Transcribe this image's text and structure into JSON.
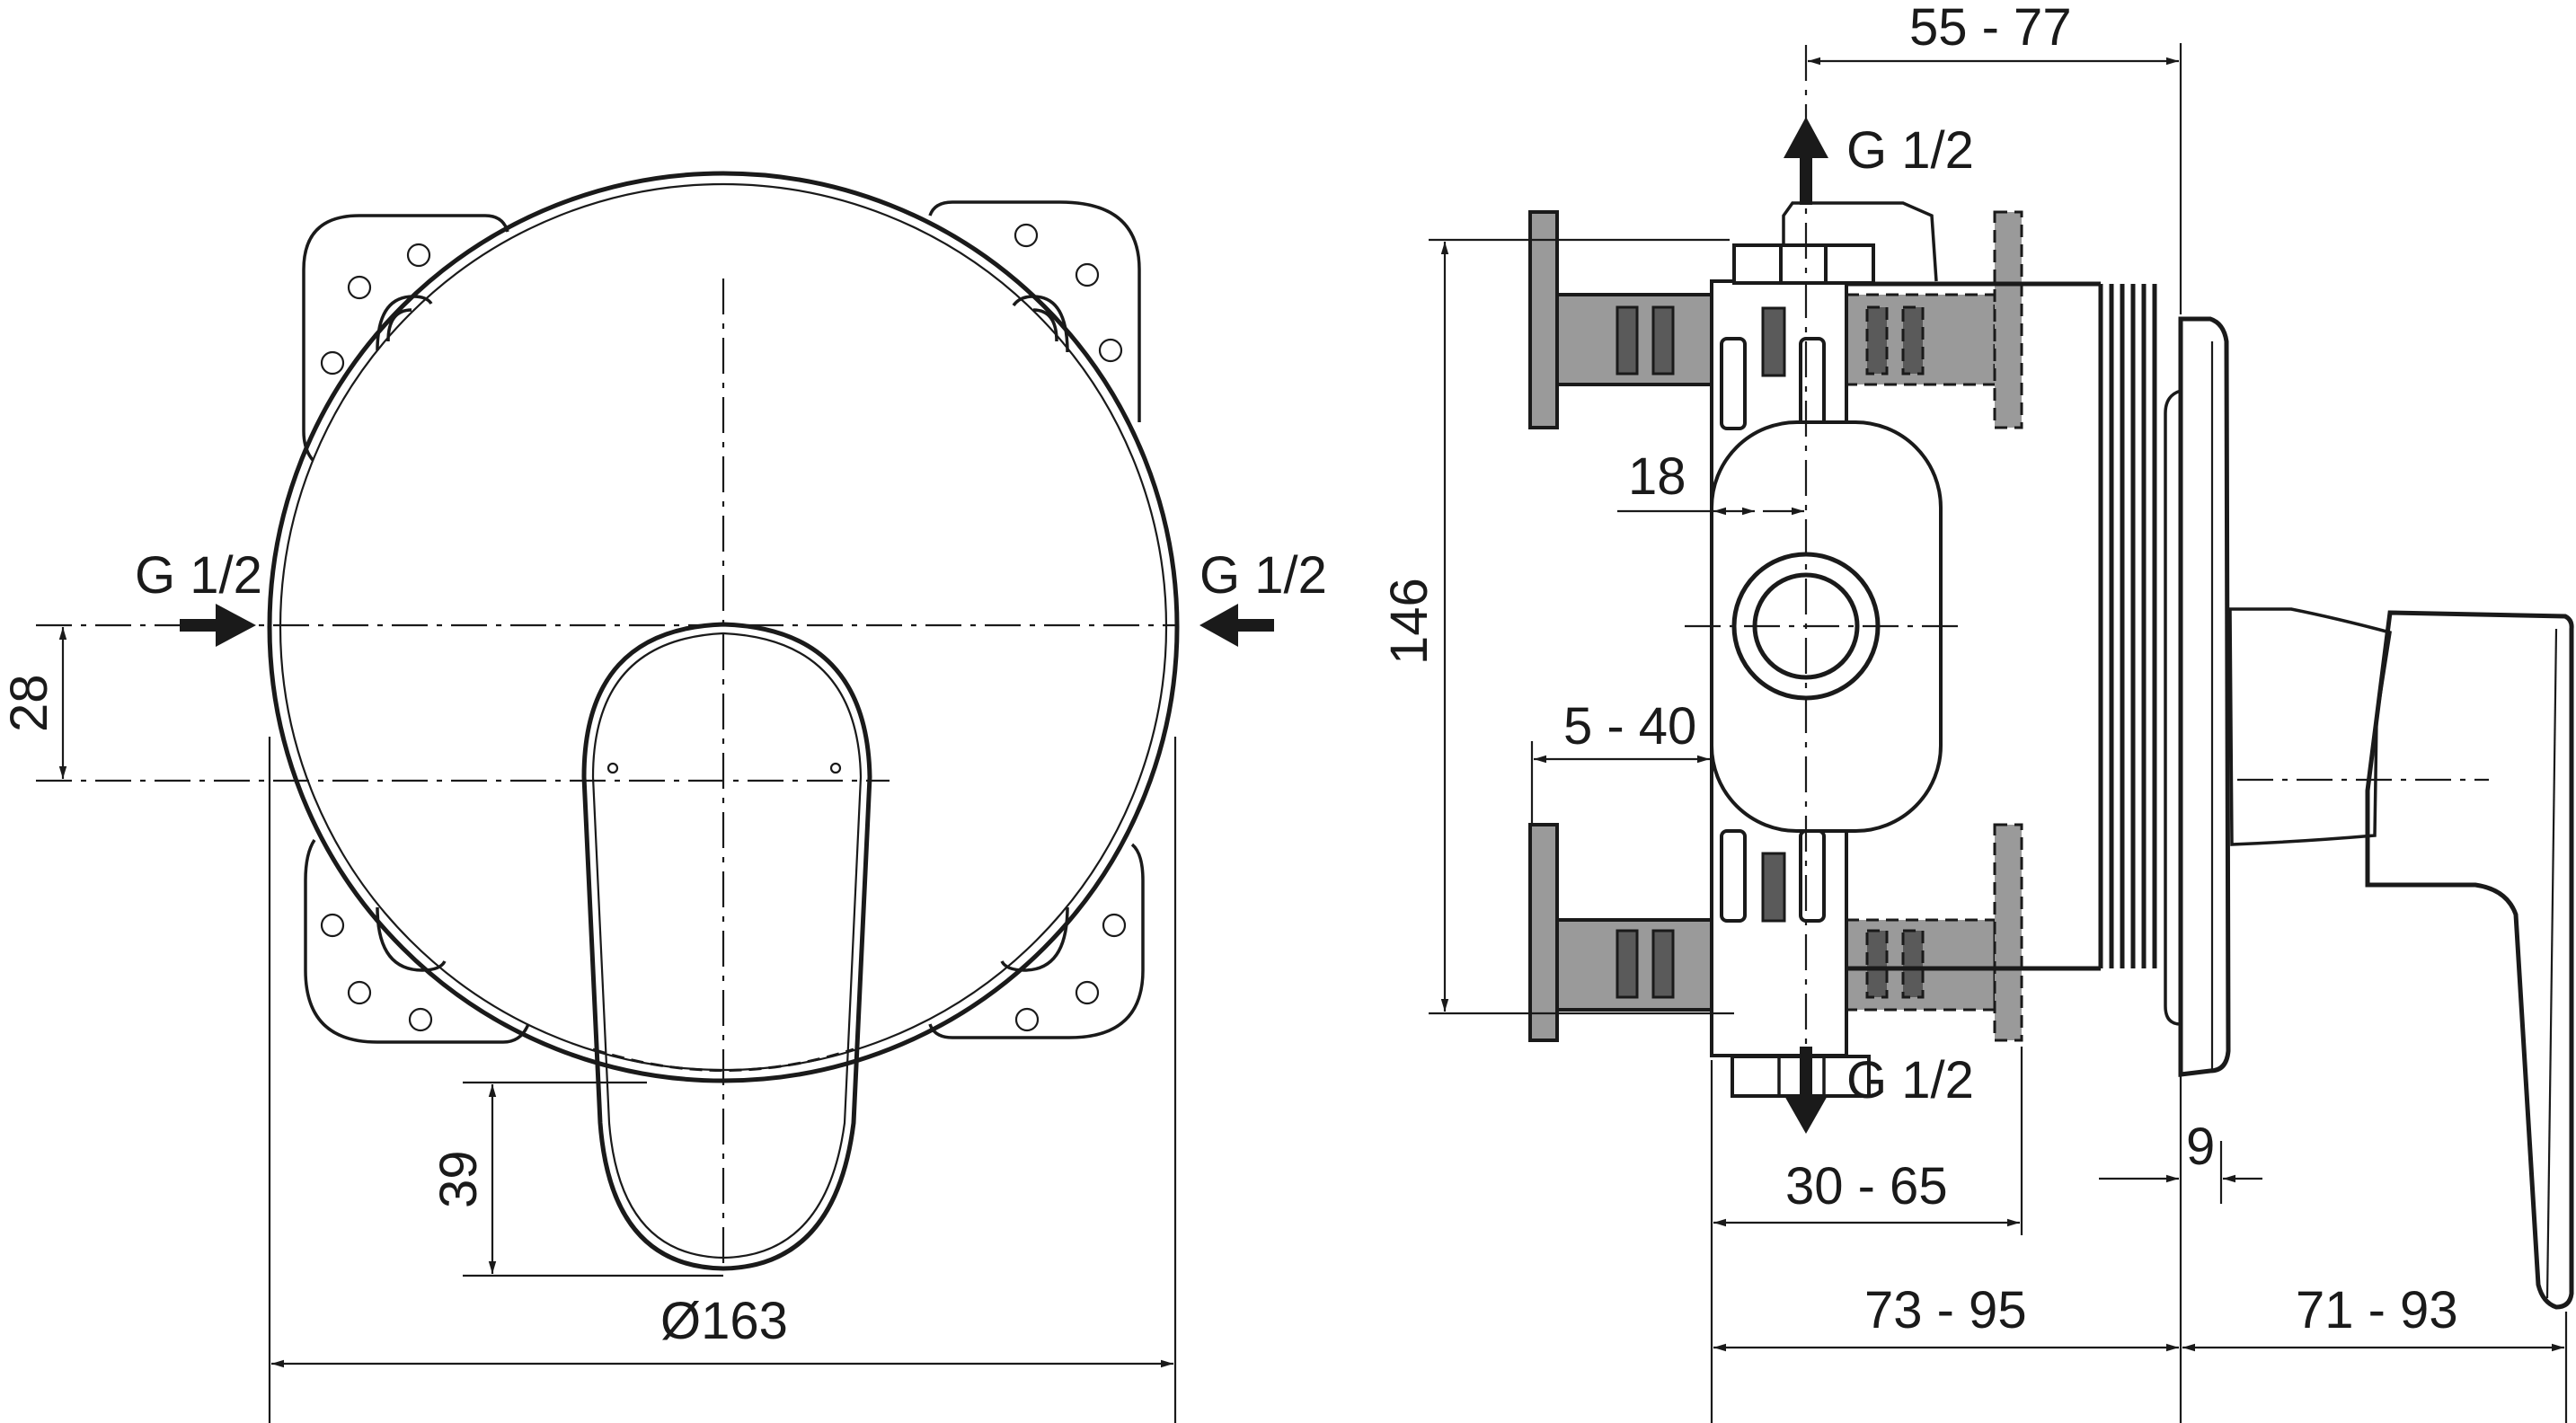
{
  "drawing": {
    "title": "Concealed single-lever shower mixer - technical dimension drawing",
    "units": "mm",
    "colors": {
      "line": "#1a1a1a",
      "fill_gray": "#9a9a9a",
      "fill_dark": "#5a5a5a",
      "background": "#ffffff"
    }
  },
  "front_view": {
    "labels": {
      "inlet_left": "G 1/2",
      "inlet_right": "G 1/2"
    },
    "dimensions": {
      "handle_offset": "28",
      "handle_projection": "39",
      "rosette_diameter": "Ø163"
    }
  },
  "side_view": {
    "labels": {
      "outlet_top": "G 1/2",
      "outlet_bottom": "G 1/2"
    },
    "dimensions": {
      "top_depth": "55 - 77",
      "height": "146",
      "body_offset": "18",
      "wall_range": "5 - 40",
      "install_depth": "30 - 65",
      "plate_thickness": "9",
      "total_to_wall": "73 - 95",
      "handle_depth": "71 - 93"
    }
  }
}
